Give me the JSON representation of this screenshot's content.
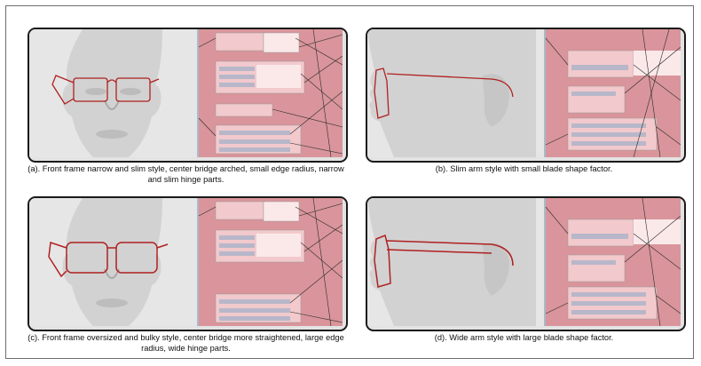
{
  "figure": {
    "panels": [
      {
        "id": "a",
        "view": "front",
        "caption": "(a). Front frame narrow and slim style, center bridge arched, small edge radius, narrow and slim hinge parts."
      },
      {
        "id": "b",
        "view": "side",
        "caption": "(b). Slim arm style with small blade shape factor."
      },
      {
        "id": "c",
        "view": "front",
        "caption": "(c). Front frame oversized and bulky style, center bridge more straightened, large edge radius, wide hinge parts."
      },
      {
        "id": "d",
        "view": "side",
        "caption": "(d). Wide arm style with large blade shape factor."
      }
    ],
    "colors": {
      "node_canvas": "#d9959b",
      "node_panel": "#f2c9cc",
      "viewport_bg": "#e4e4e4",
      "glasses_stroke": "#b02020",
      "wire": "#2a2a2a",
      "border": "#1a1a1a"
    },
    "icons": [
      "head-model",
      "glasses-frame",
      "node-graph"
    ]
  }
}
